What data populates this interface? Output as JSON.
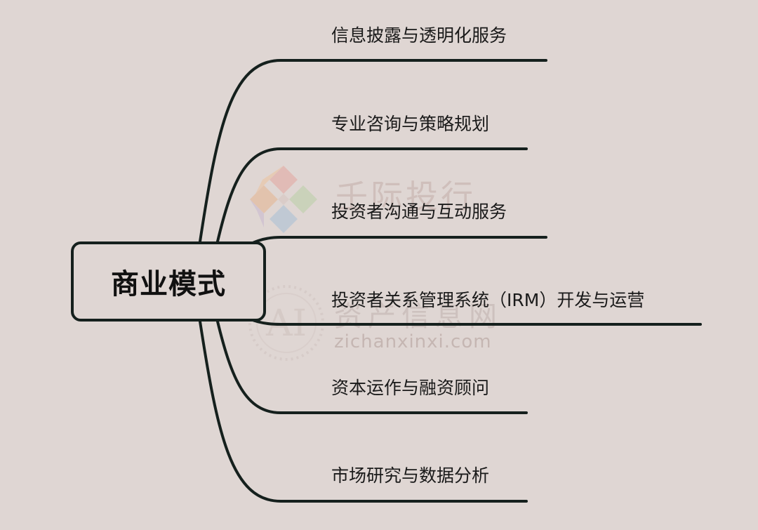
{
  "root": {
    "label": "商业模式"
  },
  "branches": [
    {
      "label": "信息披露与透明化服务"
    },
    {
      "label": "专业咨询与策略规划"
    },
    {
      "label": "投资者沟通与互动服务"
    },
    {
      "label": "投资者关系管理系统（IRM）开发与运营"
    },
    {
      "label": "资本运作与融资顾问"
    },
    {
      "label": "市场研究与数据分析"
    }
  ],
  "watermarks": {
    "top_text": "壬际投行",
    "bottom_text_cn": "资产信息网",
    "bottom_text_url": "zichanxinxi.com",
    "bottom_logo_text": "AI"
  },
  "colors": {
    "background": "#dfd6d3",
    "line": "#15201d",
    "text": "#1a1a1a"
  }
}
